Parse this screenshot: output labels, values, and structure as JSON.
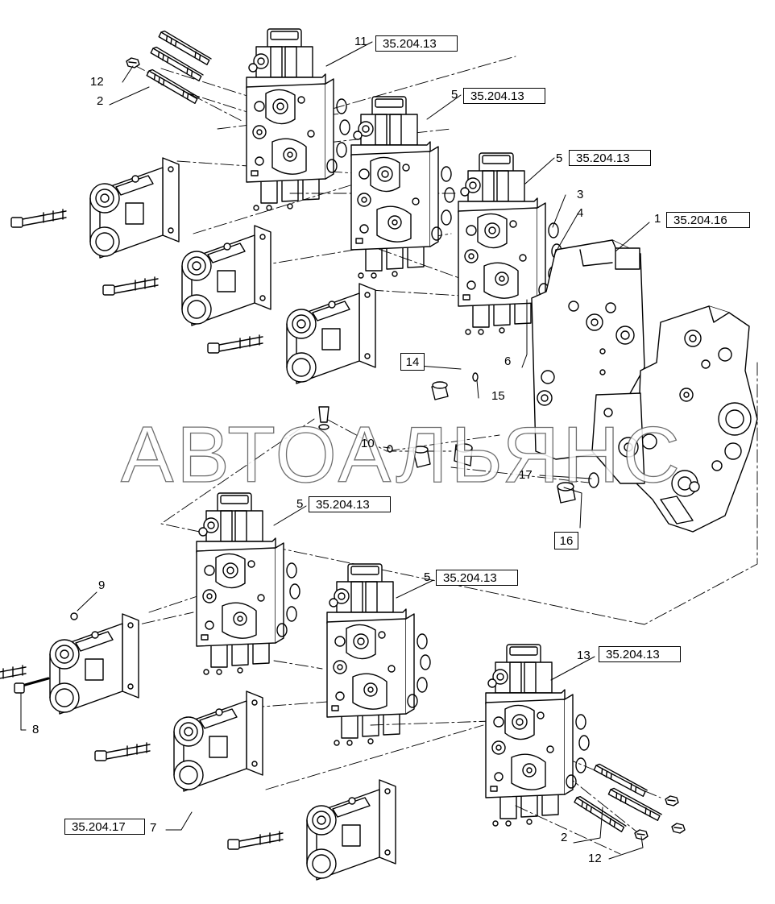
{
  "watermark": {
    "text": "АВТОАЛЬЯНС"
  },
  "labels": {
    "c11": "11",
    "c5a": "5",
    "c5b": "5",
    "c3": "3",
    "c4": "4",
    "c1": "1",
    "c12a": "12",
    "c2a": "2",
    "c6": "6",
    "c15": "15",
    "c10": "10",
    "c17": "17",
    "c5c": "5",
    "c9": "9",
    "c5d": "5",
    "c8": "8",
    "c13": "13",
    "c2b": "2",
    "c12b": "12",
    "c7": "7"
  },
  "boxed_numbers": {
    "n14": "14",
    "n16": "16"
  },
  "references": {
    "r11": "35.204.13",
    "r5a": "35.204.13",
    "r5b": "35.204.13",
    "r1": "35.204.16",
    "r5c": "35.204.13",
    "r5d": "35.204.13",
    "r13": "35.204.13",
    "r7": "35.204.17"
  },
  "colors": {
    "line": "#000000",
    "fill": "#ffffff",
    "watermark_stroke": "#555555"
  }
}
